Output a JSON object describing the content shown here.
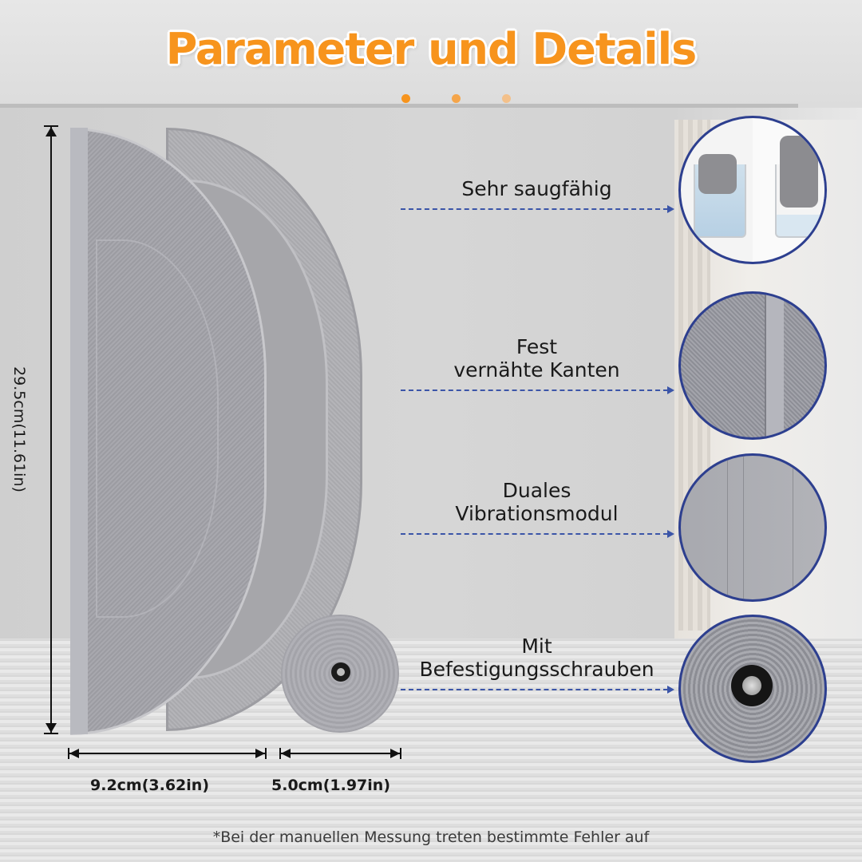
{
  "header": {
    "title": "Parameter und Details",
    "title_color": "#f7941d",
    "dots": [
      {
        "color": "#f7941d"
      },
      {
        "color": "#f5a54a"
      },
      {
        "color": "#f3c08a"
      }
    ]
  },
  "dimensions": {
    "height_label": "29.5cm(11.61in)",
    "width_pad_label": "9.2cm(3.62in)",
    "width_disc_label": "5.0cm(1.97in)"
  },
  "features": [
    {
      "lines": [
        "Sehr saugfähig"
      ],
      "image": "absorbency-glasses-image"
    },
    {
      "lines": [
        "Fest",
        "vernähte Kanten"
      ],
      "image": "stitched-edges-image"
    },
    {
      "lines": [
        "Duales",
        "Vibrationsmodul"
      ],
      "image": "dual-vibration-module-image"
    },
    {
      "lines": [
        "Mit",
        "Befestigungsschrauben"
      ],
      "image": "mounting-screw-image"
    }
  ],
  "accent_arrow_color": "#3b55a8",
  "circle_border_color": "#2d3f8f",
  "footnote": "*Bei der manuellen Messung treten bestimmte Fehler auf"
}
